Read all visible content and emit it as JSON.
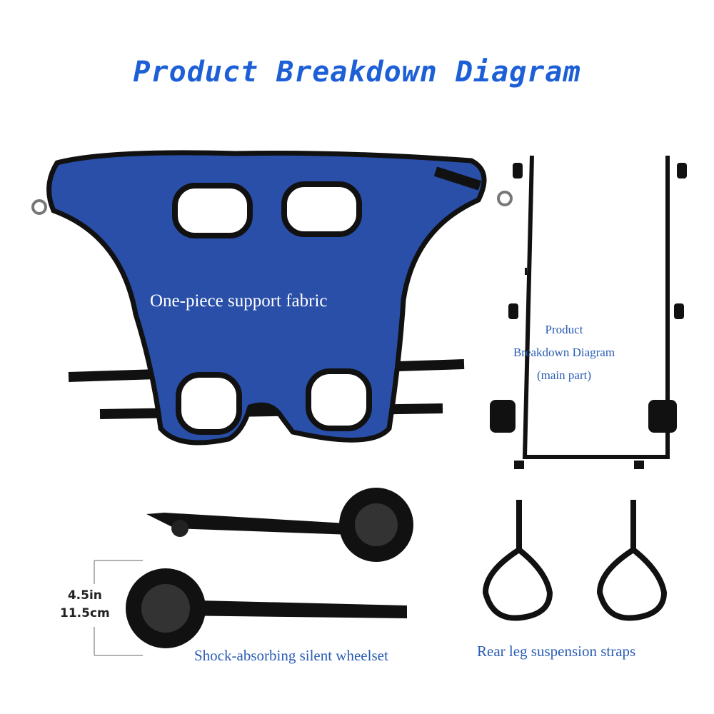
{
  "title": "Product Breakdown Diagram",
  "labels": {
    "fabric": "One-piece support fabric",
    "main_part_line1": "Product",
    "main_part_line2": "Breakdown Diagram",
    "main_part_line3": "(main part)",
    "wheelset": "Shock-absorbing silent wheelset",
    "straps": "Rear leg suspension straps"
  },
  "dimension": {
    "inches": "4.5in",
    "cm": "11.5cm"
  },
  "colors": {
    "title": "#1d5fd6",
    "label": "#2a5cb3",
    "fabric": "#2a4fa8"
  }
}
